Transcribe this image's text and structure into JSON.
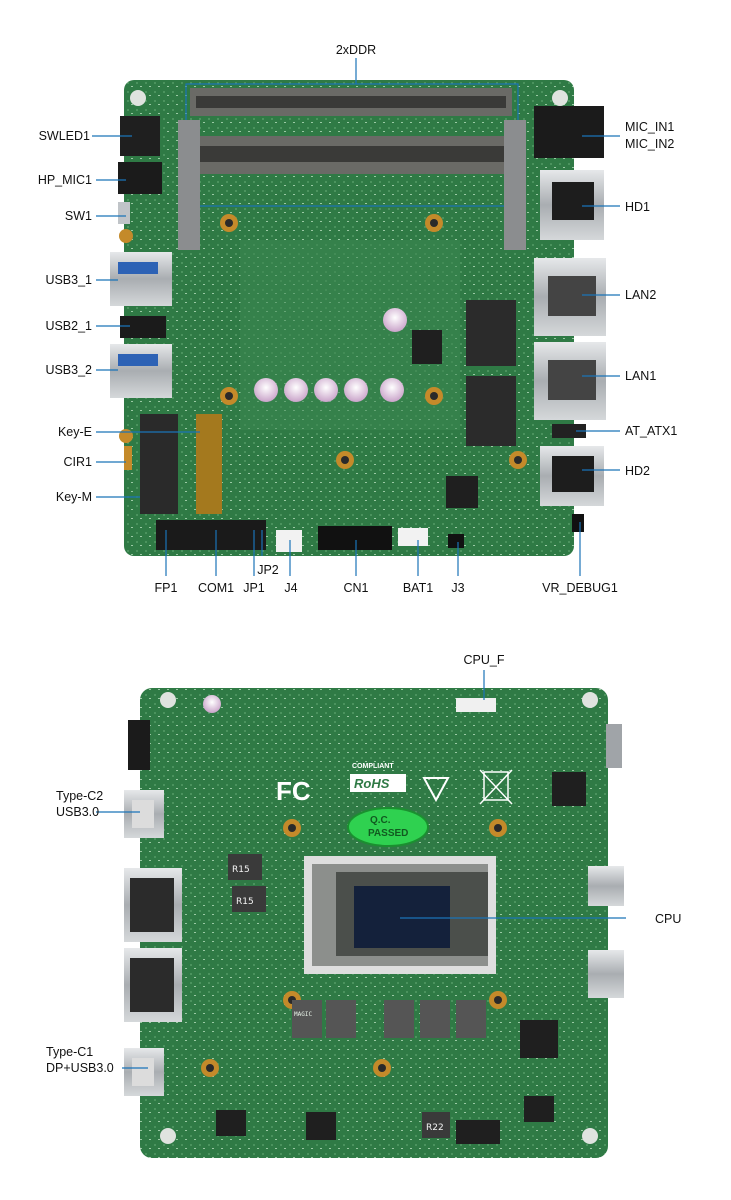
{
  "top_board": {
    "labels": {
      "ddr": "2xDDR",
      "swled": "SWLED1",
      "hp_mic": "HP_MIC1",
      "sw": "SW1",
      "usb3_1": "USB3_1",
      "usb2_1": "USB2_1",
      "usb3_2": "USB3_2",
      "key_e": "Key-E",
      "cir": "CIR1",
      "key_m": "Key-M",
      "fp": "FP1",
      "com": "COM1",
      "jp1": "JP1",
      "jp2": "JP2",
      "j4": "J4",
      "cn1": "CN1",
      "bat": "BAT1",
      "j3": "J3",
      "vr_debug": "VR_DEBUG1",
      "mic_in1": "MIC_IN1",
      "mic_in2": "MIC_IN2",
      "hd1": "HD1",
      "lan2": "LAN2",
      "lan1": "LAN1",
      "at_atx": "AT_ATX1",
      "hd2": "HD2"
    }
  },
  "bottom_board": {
    "labels": {
      "cpu_f": "CPU_F",
      "typec2_a": "Type-C2",
      "typec2_b": "USB3.0",
      "cpu": "CPU",
      "typec1_a": "Type-C1",
      "typec1_b": "DP+USB3.0"
    },
    "silk": {
      "fc": "FC",
      "rohs": "RoHS",
      "compliant": "COMPLIANT",
      "qc1": "Q.C.",
      "qc2": "PASSED",
      "r15": "R15",
      "magic": "MAGIC",
      "r22": "R22"
    }
  },
  "colors": {
    "pcb": "#2f7a45",
    "pcb_dark": "#245f36",
    "callout_line": "#1a73b8",
    "connector_metal": "#b9bcbf"
  }
}
